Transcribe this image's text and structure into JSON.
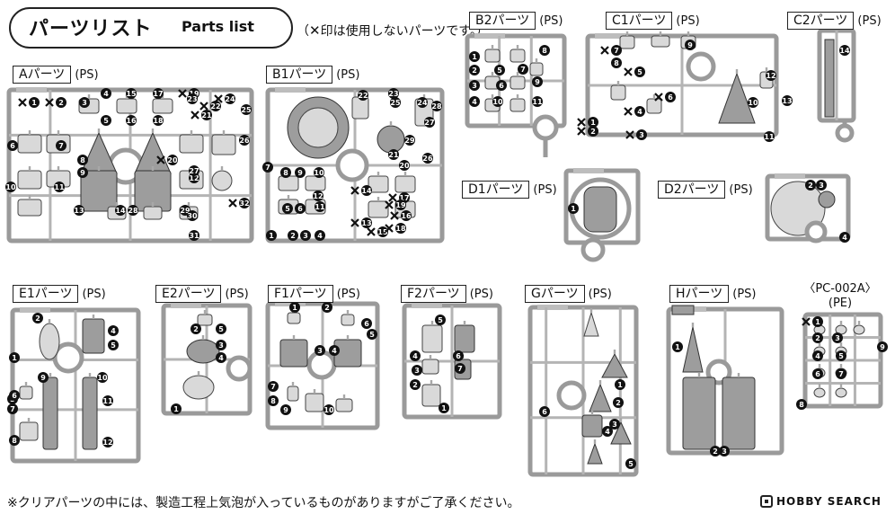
{
  "header": {
    "title_jp": "パーツリスト",
    "title_en": "Parts list",
    "note_open": "（",
    "note_mark": "✕",
    "note_text": "印は使用しないパーツです。）"
  },
  "runners": [
    {
      "id": "A",
      "name": "Aパーツ",
      "material": "(PS)",
      "numbers": [
        "1",
        "2",
        "3",
        "4",
        "5",
        "6",
        "7",
        "8",
        "9",
        "10",
        "11",
        "12",
        "13",
        "14",
        "15",
        "16",
        "17",
        "18",
        "19",
        "20",
        "21",
        "22",
        "23",
        "24",
        "25",
        "26",
        "27",
        "28",
        "29",
        "30",
        "31",
        "32"
      ],
      "unused": [
        "1",
        "2",
        "19",
        "20",
        "21",
        "22",
        "24",
        "32"
      ]
    },
    {
      "id": "B1",
      "name": "B1パーツ",
      "material": "(PS)",
      "numbers": [
        "1",
        "2",
        "3",
        "4",
        "5",
        "6",
        "7",
        "8",
        "9",
        "10",
        "11",
        "12",
        "13",
        "14",
        "15",
        "16",
        "17",
        "18",
        "19",
        "20",
        "21",
        "22",
        "23",
        "24",
        "25",
        "26",
        "27",
        "28",
        "29"
      ],
      "unused": [
        "13",
        "14",
        "15",
        "16",
        "17",
        "18",
        "19"
      ]
    },
    {
      "id": "B2",
      "name": "B2パーツ",
      "material": "(PS)",
      "numbers": [
        "1",
        "2",
        "3",
        "4",
        "5",
        "6",
        "7",
        "8",
        "9",
        "10",
        "11"
      ],
      "unused": []
    },
    {
      "id": "C1",
      "name": "C1パーツ",
      "material": "(PS)",
      "numbers": [
        "1",
        "2",
        "3",
        "4",
        "5",
        "6",
        "7",
        "8",
        "9",
        "10",
        "11",
        "12",
        "13"
      ],
      "unused": [
        "1",
        "2",
        "3",
        "4",
        "5",
        "6",
        "7"
      ]
    },
    {
      "id": "C2",
      "name": "C2パーツ",
      "material": "(PS)",
      "numbers": [
        "14"
      ],
      "unused": []
    },
    {
      "id": "D1",
      "name": "D1パーツ",
      "material": "(PS)",
      "numbers": [
        "1"
      ],
      "unused": []
    },
    {
      "id": "D2",
      "name": "D2パーツ",
      "material": "(PS)",
      "numbers": [
        "2",
        "3",
        "4"
      ],
      "unused": []
    },
    {
      "id": "E1",
      "name": "E1パーツ",
      "material": "(PS)",
      "numbers": [
        "1",
        "2",
        "3",
        "4",
        "5",
        "6",
        "7",
        "8",
        "9",
        "10",
        "11",
        "12"
      ],
      "unused": []
    },
    {
      "id": "E2",
      "name": "E2パーツ",
      "material": "(PS)",
      "numbers": [
        "1",
        "2",
        "3",
        "4",
        "5"
      ],
      "unused": []
    },
    {
      "id": "F1",
      "name": "F1パーツ",
      "material": "(PS)",
      "numbers": [
        "1",
        "2",
        "3",
        "4",
        "5",
        "6",
        "7",
        "8",
        "9",
        "10"
      ],
      "unused": []
    },
    {
      "id": "F2",
      "name": "F2パーツ",
      "material": "(PS)",
      "numbers": [
        "1",
        "2",
        "3",
        "4",
        "5",
        "6",
        "7"
      ],
      "unused": []
    },
    {
      "id": "G",
      "name": "Gパーツ",
      "material": "(PS)",
      "numbers": [
        "1",
        "2",
        "3",
        "4",
        "5",
        "6"
      ],
      "unused": []
    },
    {
      "id": "H",
      "name": "Hパーツ",
      "material": "(PS)",
      "numbers": [
        "1",
        "2",
        "3"
      ],
      "unused": []
    },
    {
      "id": "PE",
      "name": "",
      "material": "",
      "numbers": [
        "1",
        "2",
        "3",
        "4",
        "5",
        "6",
        "7",
        "8",
        "9"
      ],
      "unused": [
        "1"
      ]
    }
  ],
  "pe_label": {
    "line1": "〈PC-002A〉",
    "line2": "(PE)"
  },
  "footer": {
    "note": "※クリアパーツの中には、製造工程上気泡が入っているものがありますがご了承ください。"
  },
  "watermark": {
    "text": "HOBBY SEARCH"
  }
}
